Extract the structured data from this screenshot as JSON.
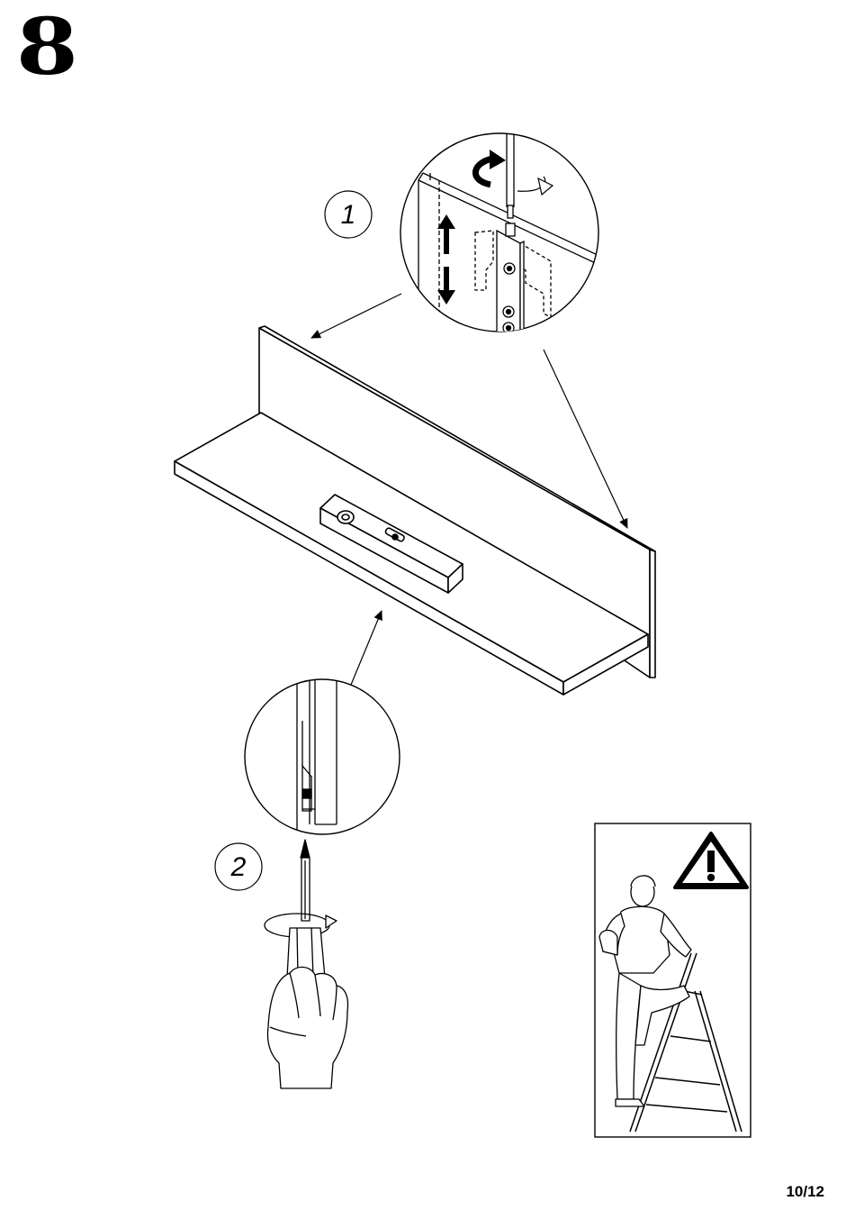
{
  "step": {
    "number": "8"
  },
  "callouts": [
    {
      "label": "1"
    },
    {
      "label": "2"
    }
  ],
  "footer": {
    "page": "10/12"
  },
  "icons": {
    "warning": "warning-triangle-icon",
    "rotate": "rotate-arrow-icon",
    "updown": "up-down-arrow-icon"
  },
  "colors": {
    "ink": "#000000",
    "paper": "#ffffff"
  }
}
